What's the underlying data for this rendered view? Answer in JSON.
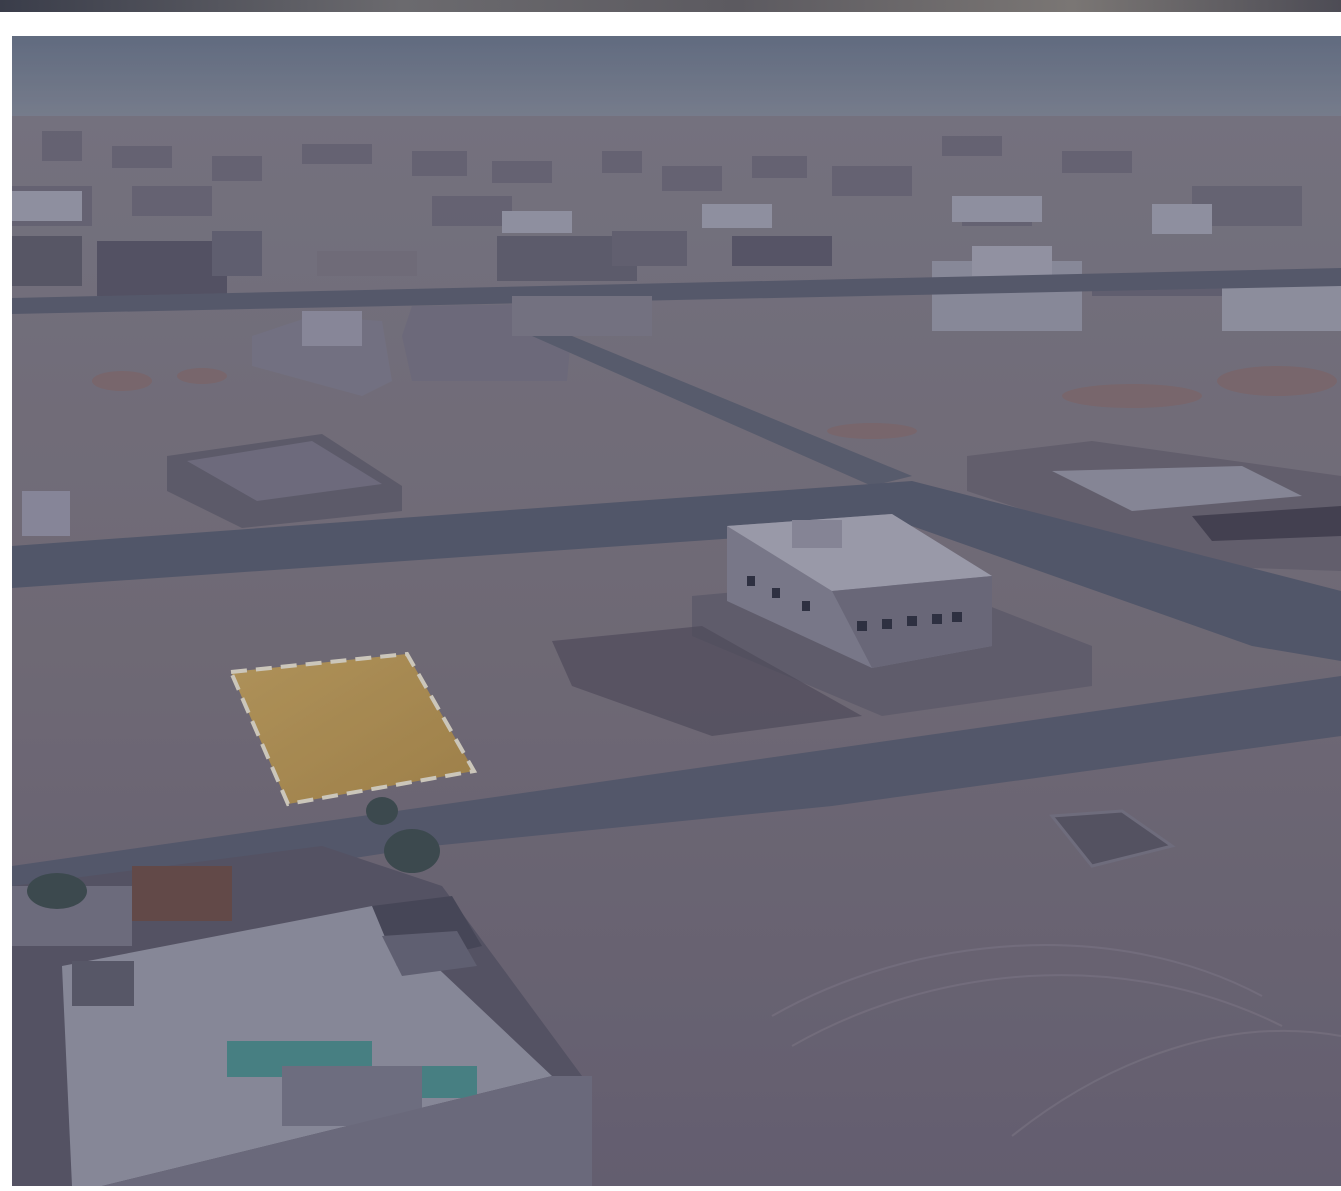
{
  "image": {
    "kind": "aerial-photo",
    "subject": "residential-subdivision",
    "highlighted_plot": {
      "fill_color": "#d4a94a",
      "border_color": "#f4ead0",
      "border_style": "dashed"
    },
    "overlay_tint": "#3c4a6e"
  }
}
